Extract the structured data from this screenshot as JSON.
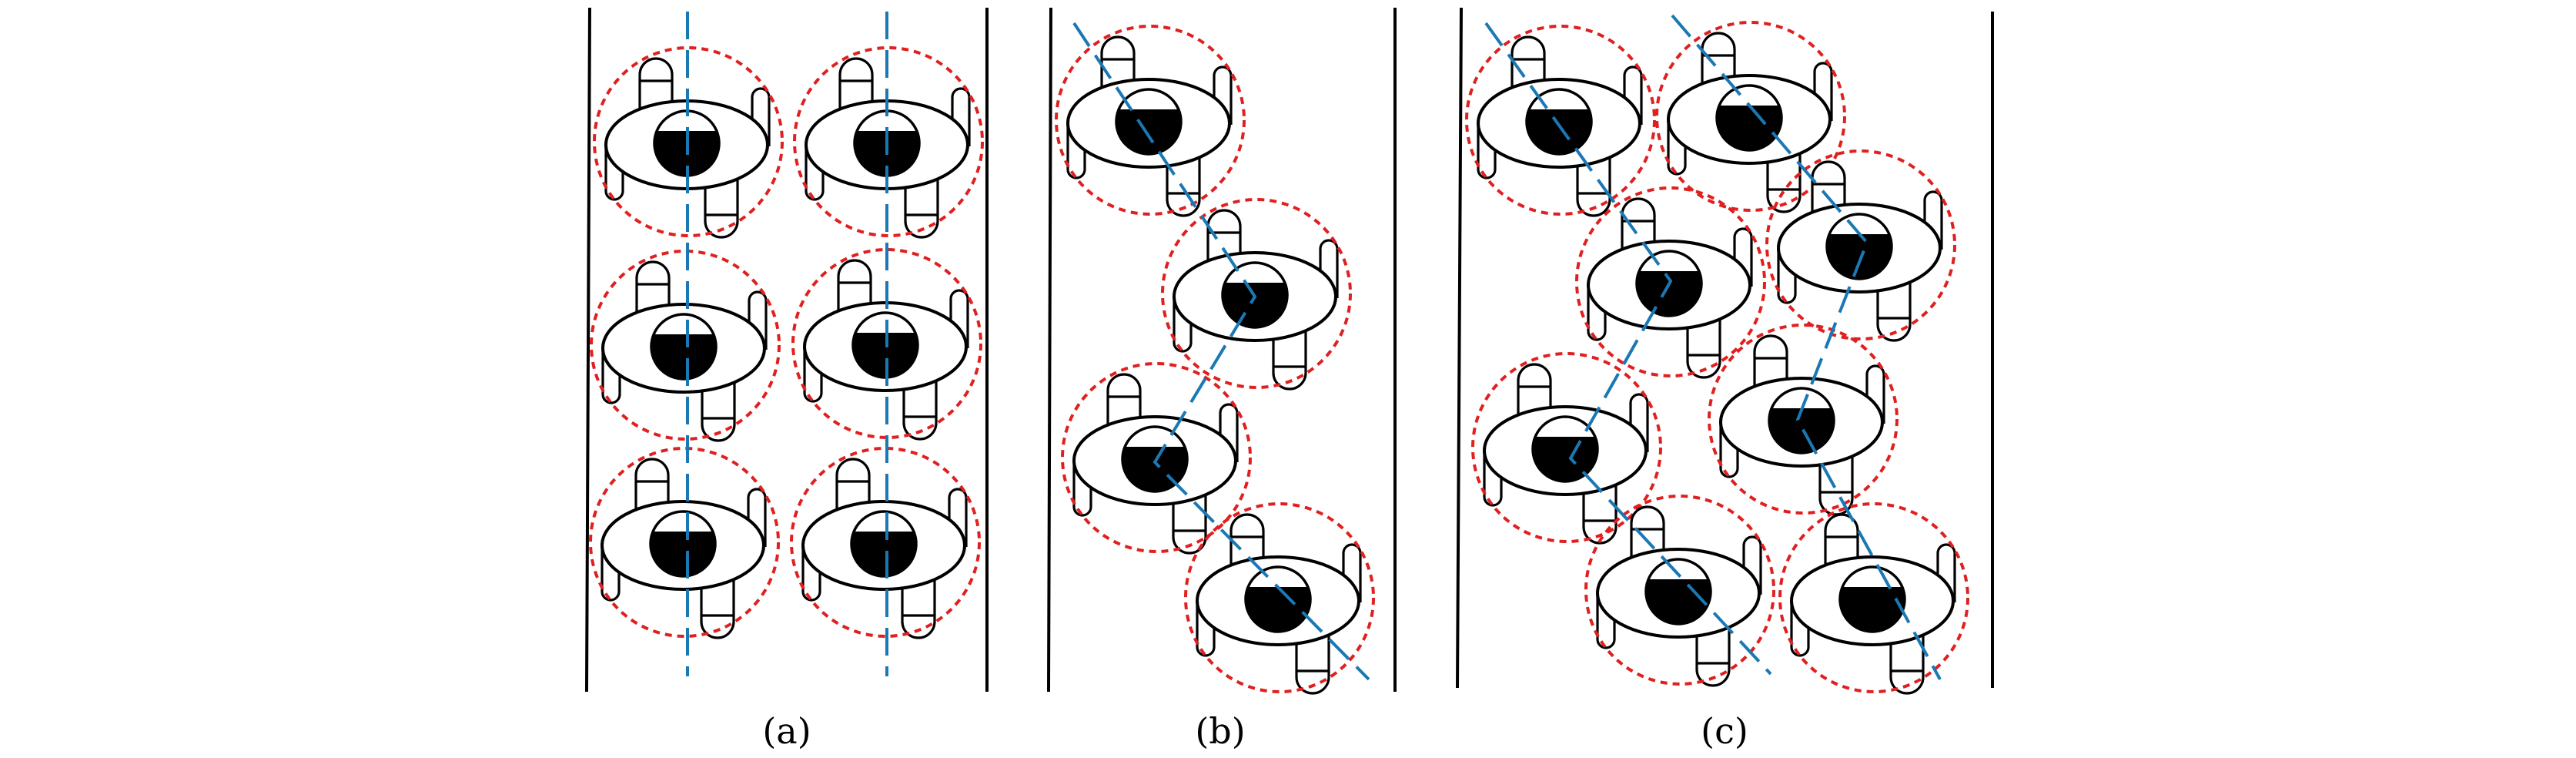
{
  "figure": {
    "panels": [
      {
        "id": "a",
        "label": "(a)"
      },
      {
        "id": "b",
        "label": "(b)"
      },
      {
        "id": "c",
        "label": "(c)"
      }
    ]
  },
  "colors": {
    "ring": "#e02020",
    "axis": "#1a78b4",
    "ink": "#000000"
  }
}
